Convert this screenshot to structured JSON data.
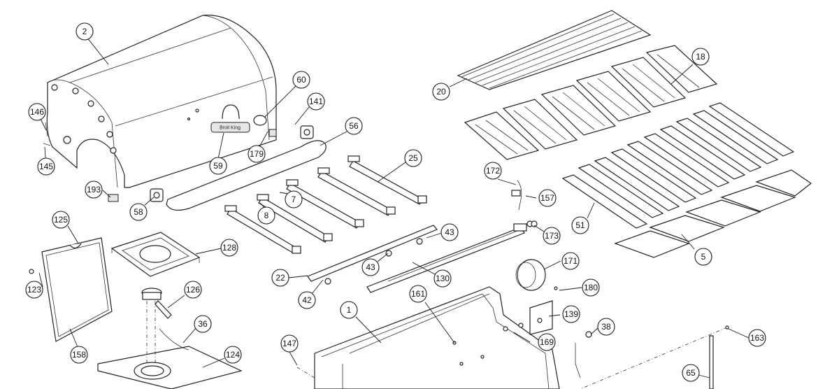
{
  "diagram": {
    "labels": [
      {
        "id": "2",
        "text": "2"
      },
      {
        "id": "60",
        "text": "60"
      },
      {
        "id": "146",
        "text": "146"
      },
      {
        "id": "141",
        "text": "141"
      },
      {
        "id": "56",
        "text": "56"
      },
      {
        "id": "179",
        "text": "179"
      },
      {
        "id": "145",
        "text": "145"
      },
      {
        "id": "59",
        "text": "59"
      },
      {
        "id": "193",
        "text": "193"
      },
      {
        "id": "58",
        "text": "58"
      },
      {
        "id": "25",
        "text": "25"
      },
      {
        "id": "7",
        "text": "7"
      },
      {
        "id": "8",
        "text": "8"
      },
      {
        "id": "125",
        "text": "125"
      },
      {
        "id": "128",
        "text": "128"
      },
      {
        "id": "43a",
        "text": "43"
      },
      {
        "id": "43b",
        "text": "43"
      },
      {
        "id": "22",
        "text": "22"
      },
      {
        "id": "130",
        "text": "130"
      },
      {
        "id": "42",
        "text": "42"
      },
      {
        "id": "123",
        "text": "123"
      },
      {
        "id": "126",
        "text": "126"
      },
      {
        "id": "36",
        "text": "36"
      },
      {
        "id": "158",
        "text": "158"
      },
      {
        "id": "124",
        "text": "124"
      },
      {
        "id": "1",
        "text": "1"
      },
      {
        "id": "161",
        "text": "161"
      },
      {
        "id": "147",
        "text": "147"
      },
      {
        "id": "20",
        "text": "20"
      },
      {
        "id": "18",
        "text": "18"
      },
      {
        "id": "172",
        "text": "172"
      },
      {
        "id": "157",
        "text": "157"
      },
      {
        "id": "173",
        "text": "173"
      },
      {
        "id": "51",
        "text": "51"
      },
      {
        "id": "5",
        "text": "5"
      },
      {
        "id": "171",
        "text": "171"
      },
      {
        "id": "180",
        "text": "180"
      },
      {
        "id": "139",
        "text": "139"
      },
      {
        "id": "38",
        "text": "38"
      },
      {
        "id": "169",
        "text": "169"
      },
      {
        "id": "163",
        "text": "163"
      },
      {
        "id": "65",
        "text": "65"
      }
    ],
    "lid_logo_text": "Broil King"
  }
}
